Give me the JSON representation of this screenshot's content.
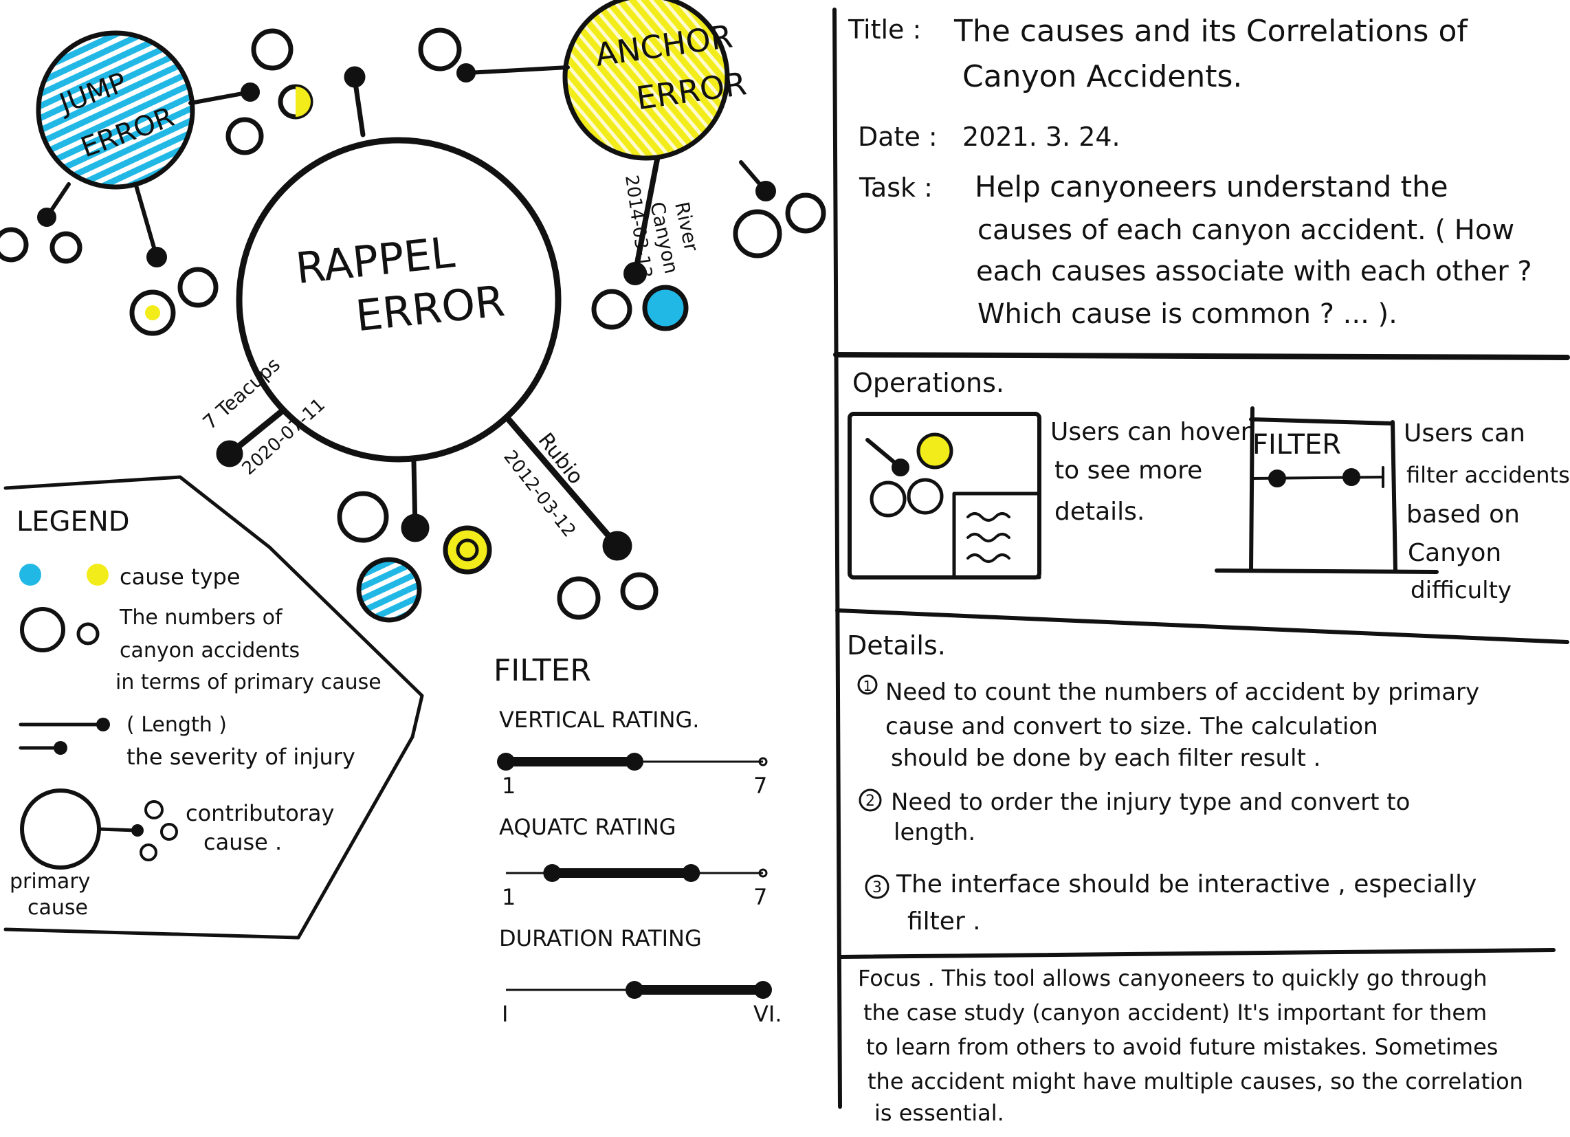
{
  "colors": {
    "ink": "#111111",
    "cyan": "#22b8e6",
    "yellow": "#f2ec1a",
    "paper": "#ffffff"
  },
  "diagram": {
    "nodes": {
      "jump": {
        "line1": "JUMP",
        "line2": "ERROR"
      },
      "anchor": {
        "line1": "ANCHOR",
        "line2": "ERROR"
      },
      "rappel": {
        "line1": "RAPPEL",
        "line2": "ERROR"
      }
    },
    "annotations": {
      "river_name1": "River",
      "river_name2": "Canyon",
      "river_date": "2014-03-13",
      "teacups_name": "7 Teacups",
      "teacups_date": "2020-07-11",
      "rubio_name": "Rubio",
      "rubio_date": "2012-03-12"
    }
  },
  "legend": {
    "title": "LEGEND",
    "cause_type": "cause type",
    "numbers_line1": "The numbers of",
    "numbers_line2": "canyon accidents",
    "numbers_line3": "in terms of primary cause",
    "length_label": "( Length )",
    "severity": "the severity of injury",
    "contributory_line1": "contributoray",
    "contributory_line2": "cause .",
    "primary_line1": "primary",
    "primary_line2": "cause"
  },
  "filter": {
    "title": "FILTER",
    "sliders": [
      {
        "label": "VERTICAL RATING.",
        "min_tick": "1",
        "max_tick": "7",
        "range": [
          0.0,
          0.5
        ]
      },
      {
        "label": "AQUATC RATING",
        "min_tick": "1",
        "max_tick": "7",
        "range": [
          0.18,
          0.72
        ]
      },
      {
        "label": "DURATION RATING",
        "min_tick": "I",
        "max_tick": "VI.",
        "range": [
          0.5,
          1.0
        ]
      }
    ]
  },
  "panel": {
    "title_label": "Title :",
    "title_line1": "The causes and its Correlations of",
    "title_line2": "Canyon Accidents.",
    "date_label": "Date :",
    "date_value": "2021. 3. 24.",
    "task_label": "Task :",
    "task_lines": [
      "Help canyoneers understand the",
      "causes of each canyon accident. ( How",
      "each causes associate with each other ?",
      "Which cause is common ? ... )."
    ],
    "operations_header": "Operations.",
    "hover_lines": [
      "Users can hover",
      "to see more",
      "details."
    ],
    "filter_mini_title": "FILTER",
    "filter_desc_lines": [
      "Users can",
      "filter accidents",
      "based on",
      "Canyon",
      "difficulty"
    ],
    "details_header": "Details.",
    "detail_items": [
      {
        "num": "1",
        "lines": [
          "Need to count the numbers of accident by primary",
          "cause and convert to size. The calculation",
          "should be done by each filter result ."
        ]
      },
      {
        "num": "2",
        "lines": [
          "Need to order the injury type and convert to",
          "length."
        ]
      },
      {
        "num": "3",
        "lines": [
          "The interface should be interactive , especially",
          "filter ."
        ]
      }
    ],
    "focus_lines": [
      "Focus . This tool allows canyoneers to quickly go through",
      "the case study (canyon accident) It's important for them",
      "to learn from others to avoid future mistakes. Sometimes",
      "the accident might have multiple causes, so the correlation",
      "is essential."
    ]
  }
}
